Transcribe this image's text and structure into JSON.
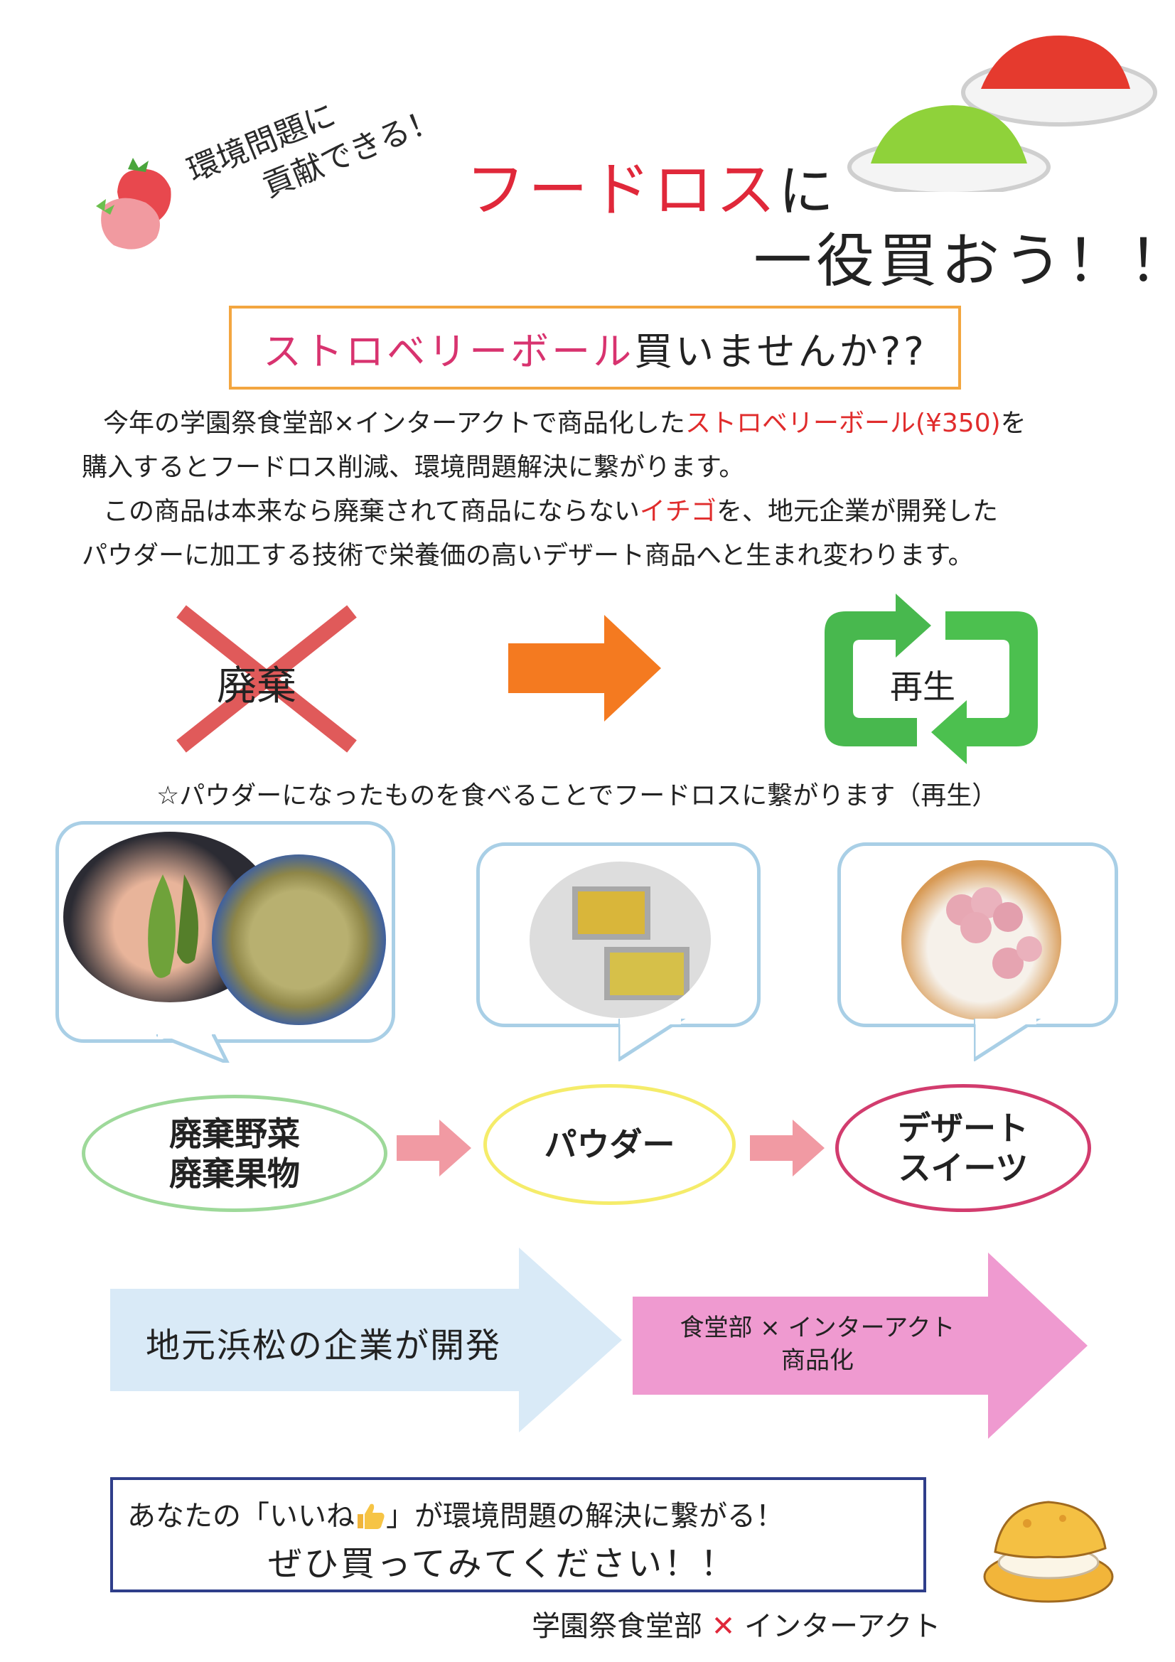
{
  "header": {
    "tagline_line1": "環境問題に",
    "tagline_line2": "貢献できる！",
    "title_red": "フードロス",
    "title_particle": "に",
    "title_line2": "一役買おう！！"
  },
  "buy_box": {
    "pink": "ストロベリーボール",
    "rest": "買いませんか??"
  },
  "intro": {
    "p1_a": "今年の学園祭食堂部×インターアクトで商品化した",
    "p1_red": "ストロベリーボール(¥350)",
    "p1_b": "を",
    "p1_c": "購入するとフードロス削減、環境問題解決に繋がります。",
    "p2_a": "この商品は本来なら廃棄されて商品にならない",
    "p2_red": "イチゴ",
    "p2_b": "を、地元企業が開発した",
    "p2_c": "パウダーに加工する技術で栄養価の高いデザート商品へと生まれ変わります。"
  },
  "flow": {
    "waste_label": "廃棄",
    "regen_label": "再生",
    "caption": "☆パウダーになったものを食べることでフードロスに繋がります（再生）"
  },
  "ovals": [
    {
      "line1": "廃棄野菜",
      "line2": "廃棄果物"
    },
    {
      "line1": "パウダー",
      "line2": ""
    },
    {
      "line1": "デザート",
      "line2": "スイーツ"
    }
  ],
  "big_arrows": {
    "left": "地元浜松の企業が開発",
    "right_line1": "食堂部 × インターアクト",
    "right_line2": "商品化"
  },
  "bottom_box": {
    "line1_a": "あなたの「いいね",
    "line1_b": "」が環境問題の解決に繋がる！",
    "line2": "ぜひ買ってみてください！！"
  },
  "footer": {
    "left": "学園祭食堂部",
    "cross": "✕",
    "right": "インターアクト"
  },
  "colors": {
    "title_red": "#e0283a",
    "pink_text": "#d8336f",
    "orange_border": "#f3a640",
    "orange_arrow": "#f47a20",
    "recycle_green": "#3bb54a",
    "bubble_blue": "#a9cfe6",
    "navy_border": "#2f3e8a",
    "light_blue_arrow": "#d9eaf7",
    "pink_arrow": "#ef9ad0"
  },
  "icons": [
    "strawberry-icon",
    "recycle-icon",
    "thumbs-up-icon",
    "cream-puff-icon"
  ]
}
